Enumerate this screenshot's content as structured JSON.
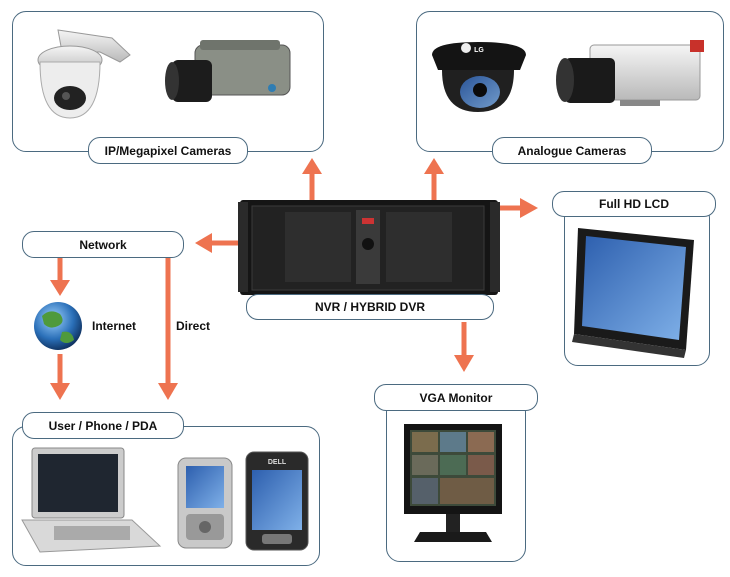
{
  "colors": {
    "arrow": "#ee7350",
    "border": "#4b6a80"
  },
  "labels": {
    "ip_cameras": "IP/Megapixel Cameras",
    "analogue_cameras": "Analogue Cameras",
    "full_hd_lcd": "Full HD LCD",
    "network": "Network",
    "nvr": "NVR / HYBRID DVR",
    "internet": "Internet",
    "direct": "Direct",
    "vga_monitor": "VGA Monitor",
    "user_devices": "User / Phone / PDA"
  },
  "brand": {
    "lg": "LG",
    "dell": "DELL"
  }
}
